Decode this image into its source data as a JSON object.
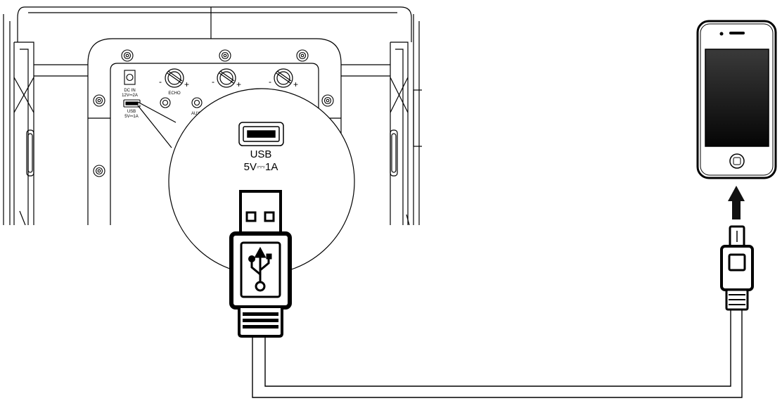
{
  "panel": {
    "dc_in_label": "DC IN",
    "dc_in_rating": "12V⎓2A",
    "usb_label": "USB",
    "usb_rating": "5V⎓1A",
    "echo_label": "ECHO",
    "aux_label": "AUX",
    "minus_sign": "-",
    "plus_sign": "+"
  },
  "zoom": {
    "usb_label": "USB",
    "usb_rating": "5V⎓1A"
  },
  "colors": {
    "line": "#000000",
    "background": "#ffffff",
    "screen_top": "#3a3a3a",
    "screen_bottom": "#050505",
    "arrow": "#111111"
  }
}
